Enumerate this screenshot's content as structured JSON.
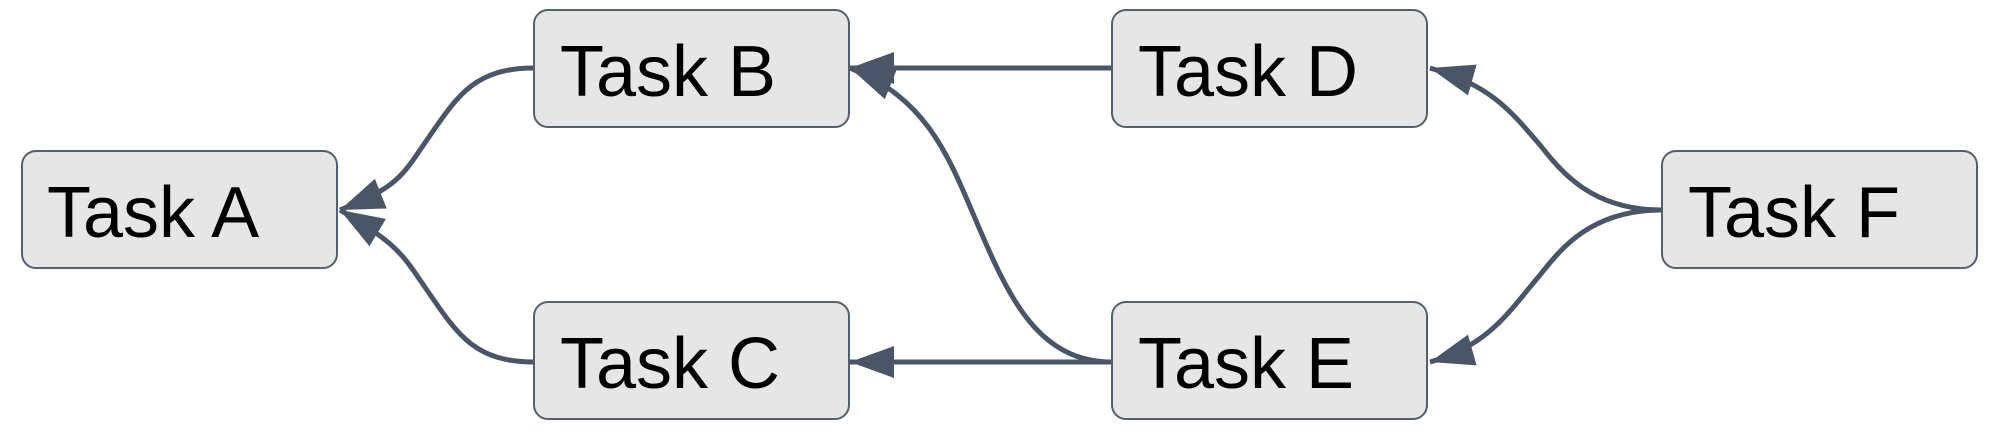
{
  "diagram": {
    "nodes": [
      {
        "id": "A",
        "label": "Task A"
      },
      {
        "id": "B",
        "label": "Task B"
      },
      {
        "id": "C",
        "label": "Task C"
      },
      {
        "id": "D",
        "label": "Task D"
      },
      {
        "id": "E",
        "label": "Task E"
      },
      {
        "id": "F",
        "label": "Task F"
      }
    ],
    "edges": [
      {
        "from": "B",
        "to": "A"
      },
      {
        "from": "C",
        "to": "A"
      },
      {
        "from": "D",
        "to": "B"
      },
      {
        "from": "E",
        "to": "B"
      },
      {
        "from": "E",
        "to": "C"
      },
      {
        "from": "F",
        "to": "D"
      },
      {
        "from": "F",
        "to": "E"
      }
    ],
    "colors": {
      "node_fill": "#e6e6e6",
      "node_border": "#55606e",
      "edge": "#4a5568",
      "text": "#000000"
    }
  }
}
